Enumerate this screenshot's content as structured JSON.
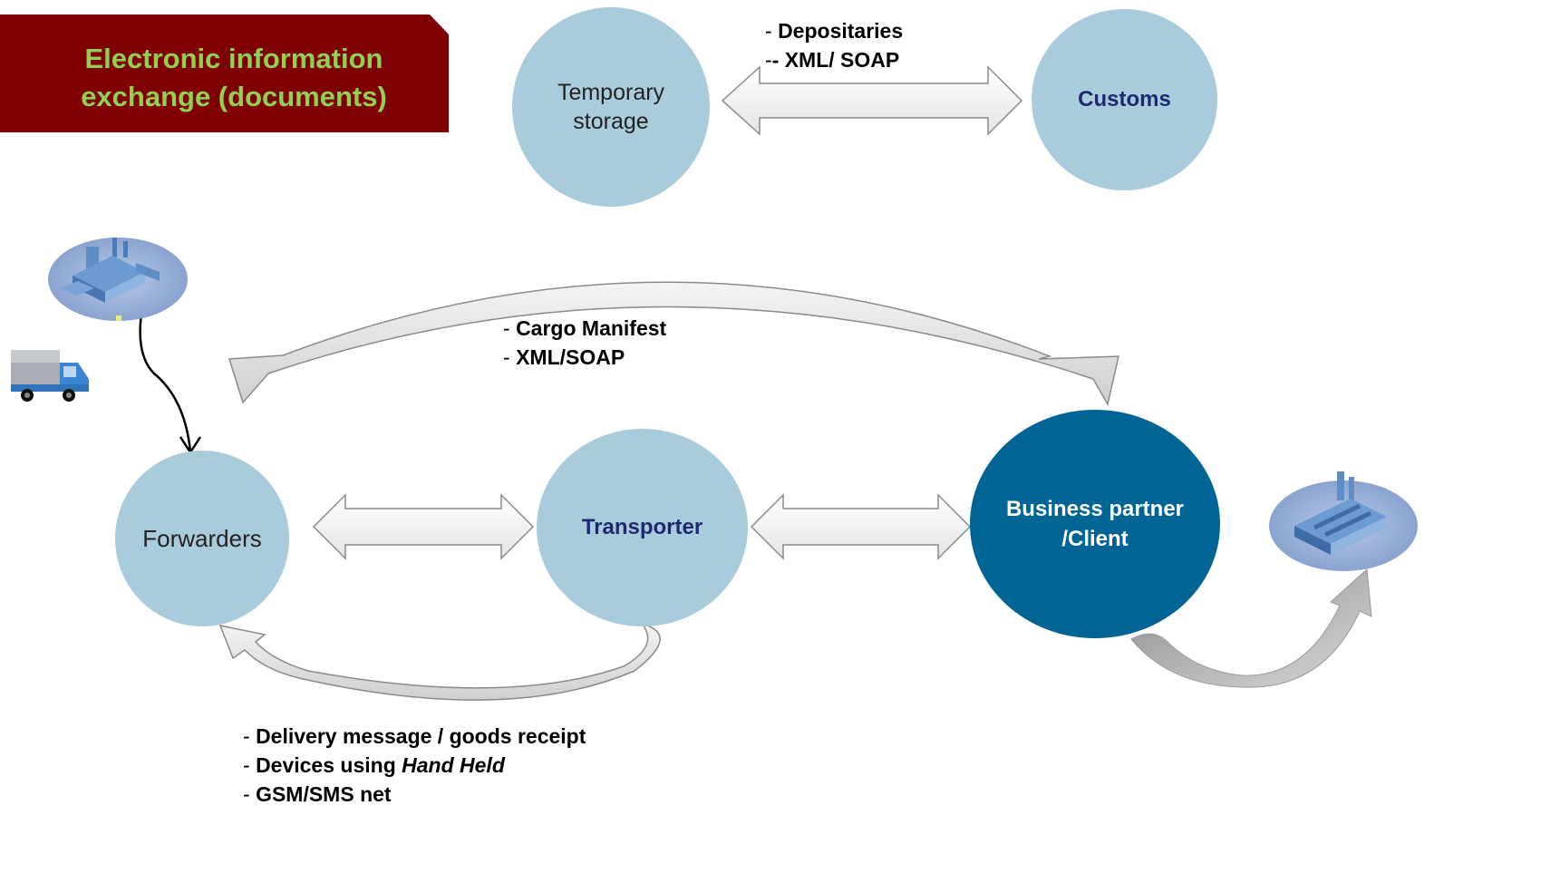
{
  "title": "Electronic information\nexchange (documents)",
  "nodes": {
    "temporary_storage": "Temporary\nstorage",
    "customs": "Customs",
    "forwarders": "Forwarders",
    "transporter": "Transporter",
    "business_partner": "Business partner\n/Client"
  },
  "labels": {
    "storage_customs": [
      {
        "prefix": "- ",
        "text": "Depositaries"
      },
      {
        "prefix": "-",
        "text": "- XML/ SOAP"
      }
    ],
    "cargo": [
      {
        "prefix": "- ",
        "text": "Cargo Manifest"
      },
      {
        "prefix": "- ",
        "text": "XML/SOAP"
      }
    ],
    "delivery": [
      {
        "prefix": "- ",
        "text": "Delivery message / goods receipt"
      },
      {
        "prefix": "- ",
        "text": "Devices using ",
        "italic": "Hand Held"
      },
      {
        "prefix": "- ",
        "text": "GSM/SMS net"
      }
    ]
  },
  "colors": {
    "title_bg": "#7f0000",
    "title_text": "#92d050",
    "node_light": "#a9ccdd",
    "node_dark": "#006494",
    "node_label_dark": "#1f2a6e"
  },
  "icons": [
    "factory-icon",
    "truck-icon",
    "warehouse-icon"
  ]
}
